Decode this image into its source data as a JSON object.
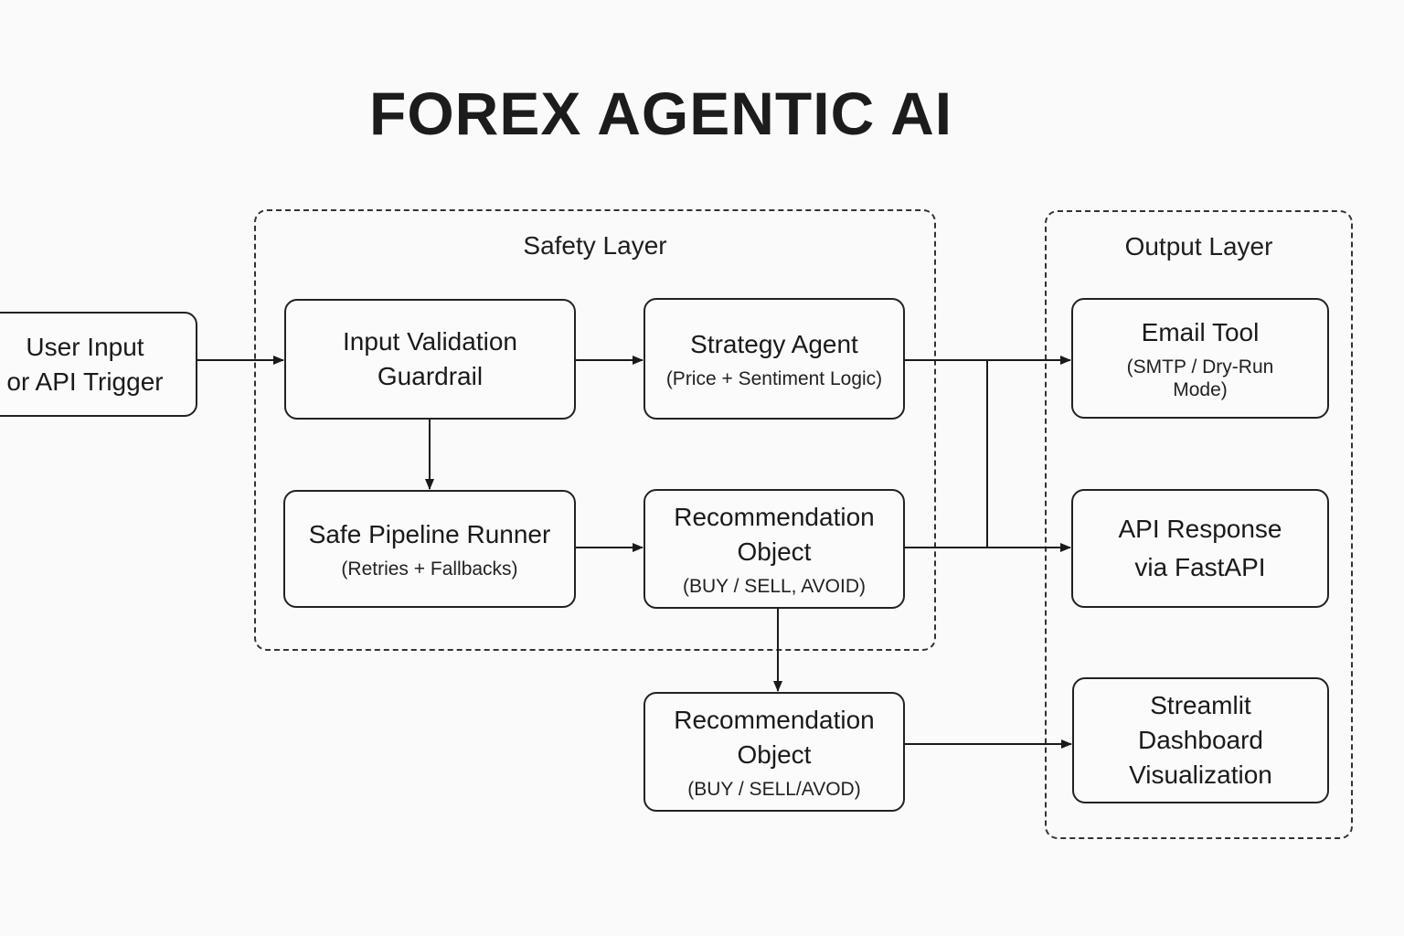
{
  "title": "FOREX AGENTIC AI",
  "groups": {
    "safety": "Safety Layer",
    "output": "Output Layer"
  },
  "nodes": {
    "user_input": {
      "main": "User Input\nor API Trigger"
    },
    "input_validation": {
      "main": "Input Validation\nGuardrail"
    },
    "strategy_agent": {
      "main": "Strategy Agent",
      "sub": "(Price + Sentiment Logic)"
    },
    "safe_pipeline": {
      "main": "Safe Pipeline Runner",
      "sub": "(Retries + Fallbacks)"
    },
    "recommendation_1": {
      "main": "Recommendation\nObject",
      "sub": "(BUY / SELL, AVOID)"
    },
    "recommendation_2": {
      "main": "Recommendation\nObject",
      "sub": "(BUY / SELL/AVOD)"
    },
    "email_tool": {
      "main": "Email Tool",
      "sub": "(SMTP / Dry-Run\nMode)"
    },
    "api_response": {
      "main": "API Response\nvia FastAPI"
    },
    "streamlit": {
      "main": "Streamlit\nDashboard\nVisualization"
    }
  }
}
